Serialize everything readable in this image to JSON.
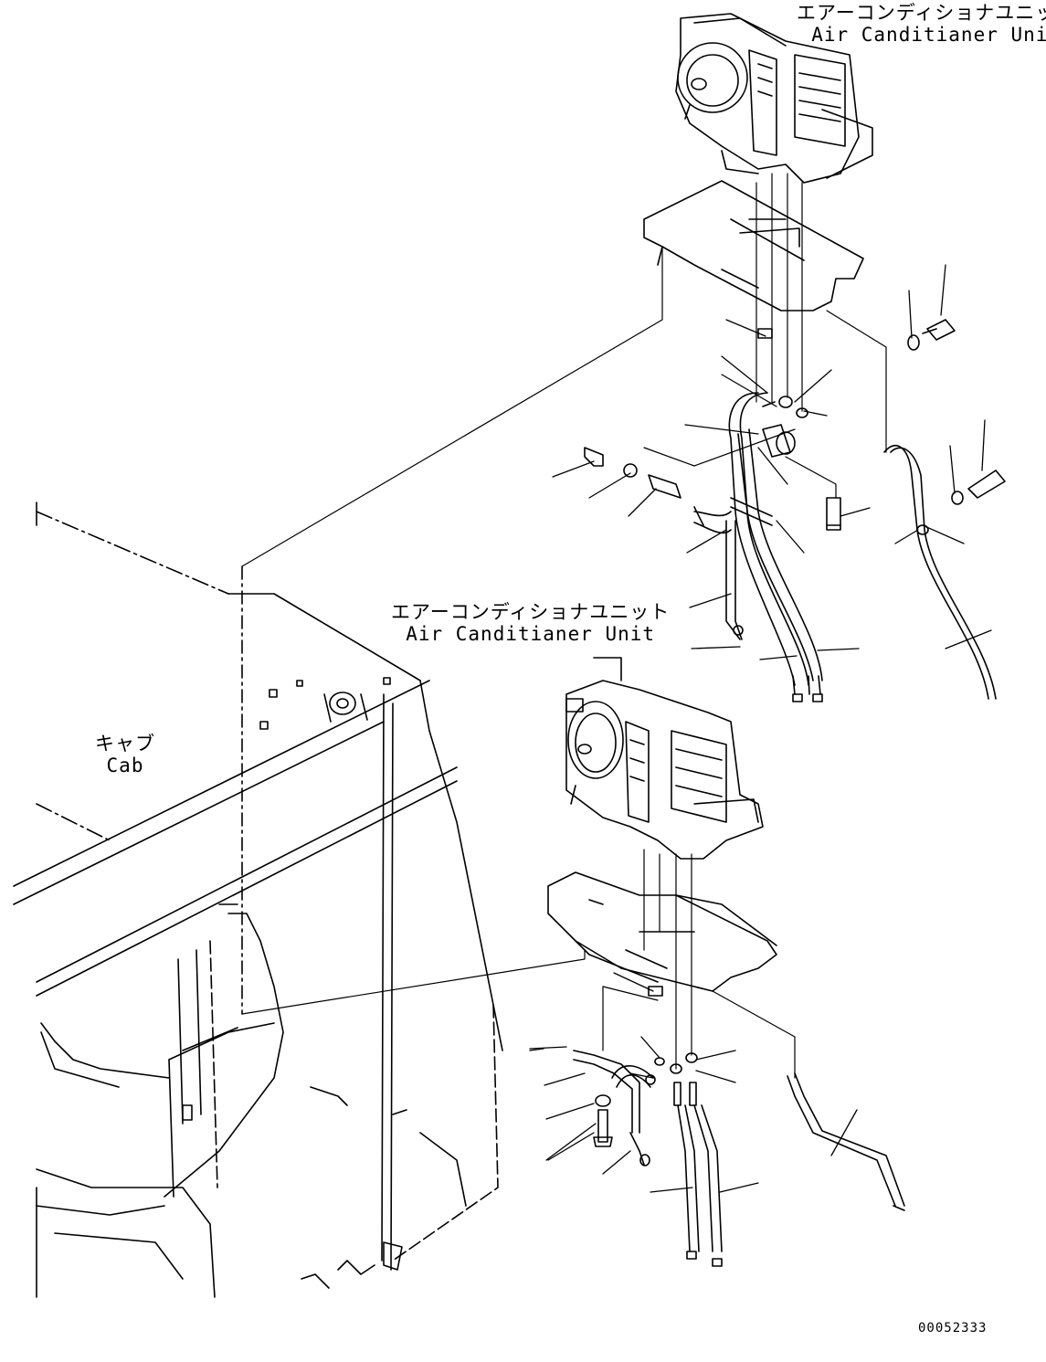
{
  "labels": {
    "ac_unit_top": {
      "jp": "エアーコンディショナユニット",
      "en": "Air Canditianer Unit"
    },
    "ac_unit_mid": {
      "jp": "エアーコンディショナユニット",
      "en": "Air Canditianer Unit"
    },
    "cab": {
      "jp": "キャブ",
      "en": "Cab"
    }
  },
  "drawing_number": "00052333"
}
